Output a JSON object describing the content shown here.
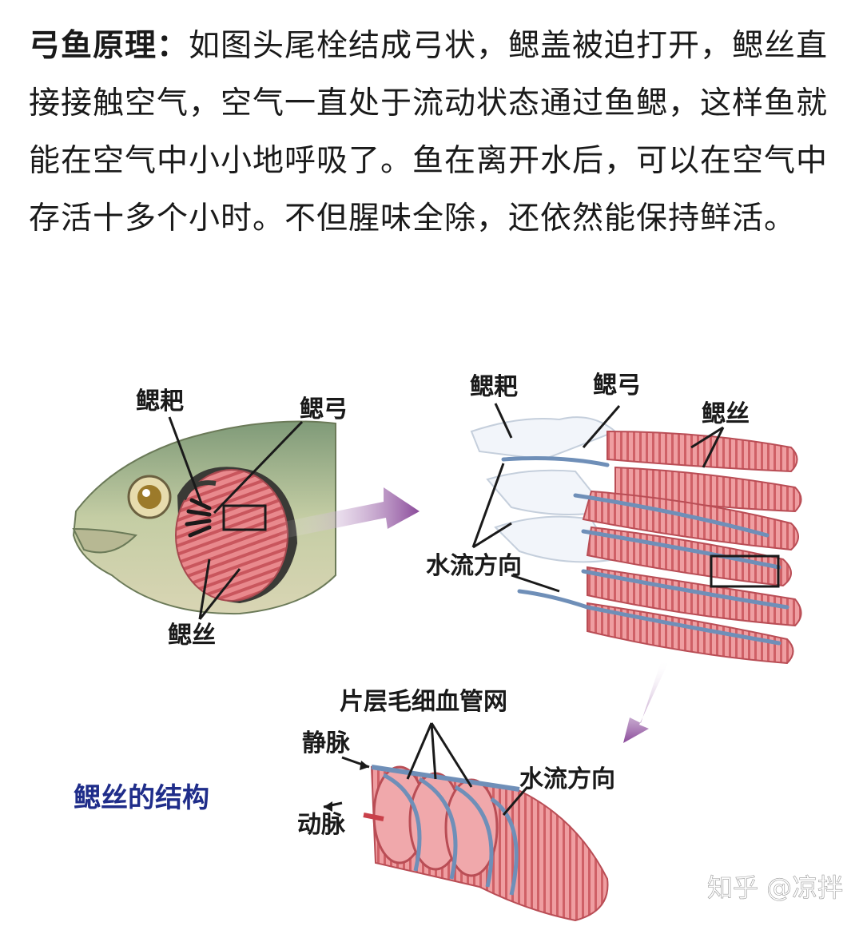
{
  "article": {
    "heading": "弓鱼原理：",
    "body": "如图头尾栓结成弓状，鳃盖被迫打开，鳃丝直接接触空气，空气一直处于流动状态通过鱼鳃，这样鱼就能在空气中小小地呼吸了。鱼在离开水后，可以在空气中存活十多个小时。不但腥味全除，还依然能保持鲜活。"
  },
  "diagram": {
    "fish_head": {
      "gill_rakers": "鳃耙",
      "gill_arch": "鳃弓",
      "gill_filaments": "鳃丝"
    },
    "gill_detail": {
      "gill_rakers": "鳃耙",
      "gill_arch": "鳃弓",
      "gill_filaments": "鳃丝",
      "water_flow": "水流方向"
    },
    "filament_structure": {
      "capillary_net": "片层毛细血管网",
      "vein": "静脉",
      "artery": "动脉",
      "water_flow": "水流方向",
      "title": "鳃丝的结构"
    }
  },
  "watermark": "知乎 @凉拌",
  "colors": {
    "filament_pink": "#e88a8c",
    "vessel_blue": "#6f8fb8",
    "arrow_purple": "#8a4a9a",
    "title_blue": "#1f2d8a",
    "fish_green": "#a9b98f"
  }
}
